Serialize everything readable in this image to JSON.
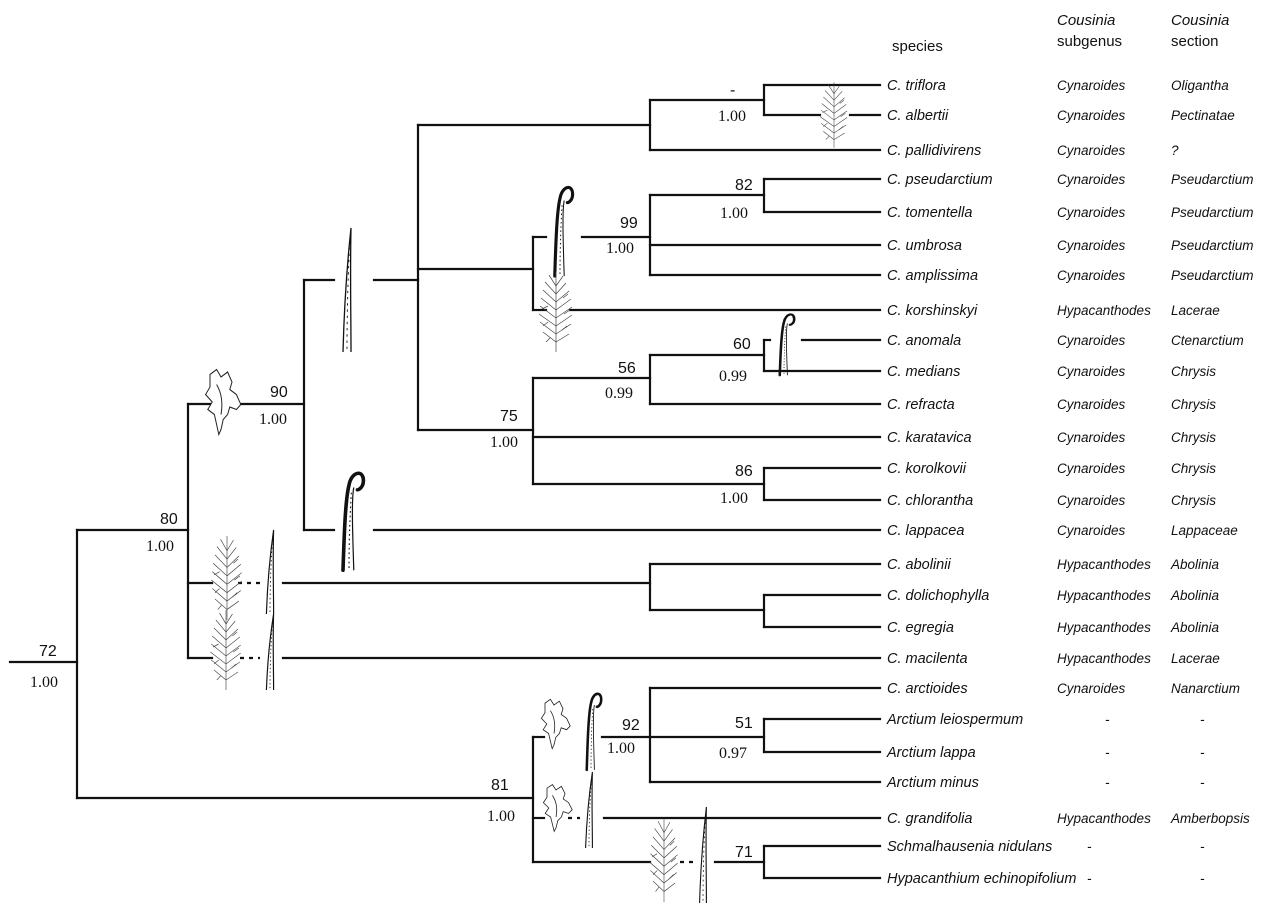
{
  "headers": {
    "species": "species",
    "subgenus_line1": "Cousinia",
    "subgenus_line2": "subgenus",
    "section_line1": "Cousinia",
    "section_line2": "section"
  },
  "taxa": [
    {
      "species": "C. triflora",
      "subgenus": "Cynaroides",
      "section": "Oligantha"
    },
    {
      "species": "C. albertii",
      "subgenus": "Cynaroides",
      "section": "Pectinatae"
    },
    {
      "species": "C. pallidivirens",
      "subgenus": "Cynaroides",
      "section": "?"
    },
    {
      "species": "C. pseudarctium",
      "subgenus": "Cynaroides",
      "section": "Pseudarctium"
    },
    {
      "species": "C. tomentella",
      "subgenus": "Cynaroides",
      "section": "Pseudarctium"
    },
    {
      "species": "C. umbrosa",
      "subgenus": "Cynaroides",
      "section": "Pseudarctium"
    },
    {
      "species": "C. amplissima",
      "subgenus": "Cynaroides",
      "section": "Pseudarctium"
    },
    {
      "species": "C. korshinskyi",
      "subgenus": "Hypacanthodes",
      "section": "Lacerae"
    },
    {
      "species": "C. anomala",
      "subgenus": "Cynaroides",
      "section": "Ctenarctium"
    },
    {
      "species": "C. medians",
      "subgenus": "Cynaroides",
      "section": "Chrysis"
    },
    {
      "species": "C. refracta",
      "subgenus": "Cynaroides",
      "section": "Chrysis"
    },
    {
      "species": "C. karatavica",
      "subgenus": "Cynaroides",
      "section": "Chrysis"
    },
    {
      "species": "C. korolkovii",
      "subgenus": "Cynaroides",
      "section": "Chrysis"
    },
    {
      "species": "C. chlorantha",
      "subgenus": "Cynaroides",
      "section": "Chrysis"
    },
    {
      "species": "C. lappacea",
      "subgenus": "Cynaroides",
      "section": "Lappaceae"
    },
    {
      "species": "C. abolinii",
      "subgenus": "Hypacanthodes",
      "section": "Abolinia"
    },
    {
      "species": "C. dolichophylla",
      "subgenus": "Hypacanthodes",
      "section": "Abolinia"
    },
    {
      "species": "C. egregia",
      "subgenus": "Hypacanthodes",
      "section": "Abolinia"
    },
    {
      "species": "C. macilenta",
      "subgenus": "Hypacanthodes",
      "section": "Lacerae"
    },
    {
      "species": "C. arctioides",
      "subgenus": "Cynaroides",
      "section": "Nanarctium"
    },
    {
      "species": "Arctium leiospermum",
      "subgenus": "-",
      "section": "-"
    },
    {
      "species": "Arctium lappa",
      "subgenus": "-",
      "section": "-"
    },
    {
      "species": "Arctium minus",
      "subgenus": "-",
      "section": "-"
    },
    {
      "species": "C. grandifolia",
      "subgenus": "Hypacanthodes",
      "section": "Amberbopsis"
    },
    {
      "species": "Schmalhausenia nidulans",
      "subgenus": "-",
      "section": "-"
    },
    {
      "species": "Hypacanthium echinopifolium",
      "subgenus": "-",
      "section": "-"
    }
  ],
  "node_support": {
    "root": {
      "bootstrap": "72",
      "posterior": "1.00"
    },
    "n80": {
      "bootstrap": "80",
      "posterior": "1.00"
    },
    "n90": {
      "bootstrap": "90",
      "posterior": "1.00"
    },
    "n_tri_alb": {
      "bootstrap": "-",
      "posterior": "1.00"
    },
    "n99": {
      "bootstrap": "99",
      "posterior": "1.00"
    },
    "n82": {
      "bootstrap": "82",
      "posterior": "1.00"
    },
    "n75": {
      "bootstrap": "75",
      "posterior": "1.00"
    },
    "n56": {
      "bootstrap": "56",
      "posterior": "0.99"
    },
    "n60": {
      "bootstrap": "60",
      "posterior": "0.99"
    },
    "n86": {
      "bootstrap": "86",
      "posterior": "1.00"
    },
    "n81": {
      "bootstrap": "81",
      "posterior": "1.00"
    },
    "n92": {
      "bootstrap": "92",
      "posterior": "1.00"
    },
    "n51": {
      "bootstrap": "51",
      "posterior": "0.97"
    },
    "n71": {
      "bootstrap": "71"
    }
  },
  "icons": {
    "hook_bristle": "hooked-appendage-icon",
    "straight_bristle": "straight-appendage-icon",
    "pappus_scale": "laciniate-scale-icon",
    "plumose_appendage": "plumose-appendage-icon"
  }
}
